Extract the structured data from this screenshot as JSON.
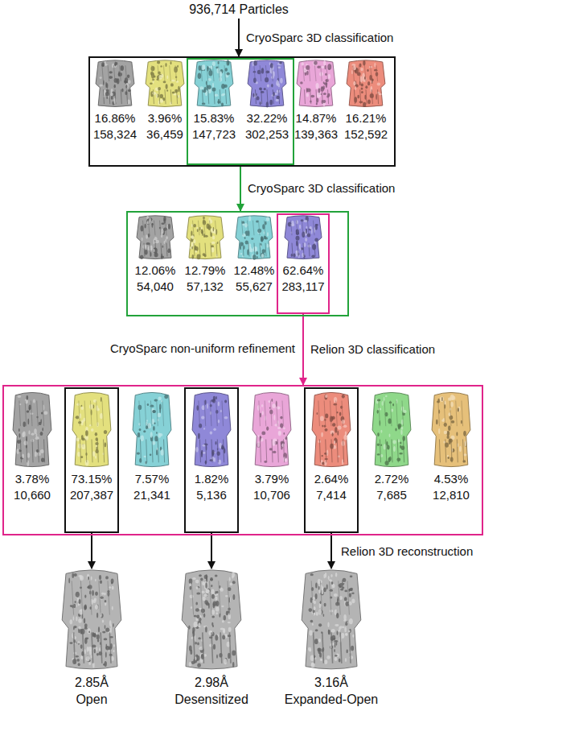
{
  "diagram": {
    "nodes": [
      {
        "text": [
          "936,714 Particles"
        ]
      },
      {
        "text": []
      },
      {
        "text": [
          "16.86%",
          "158,324"
        ],
        "in": 1
      },
      {
        "text": [
          "3.96%",
          "36,459"
        ],
        "in": 1
      },
      {
        "text": [],
        "in": 1
      },
      {
        "text": [
          "15.83%",
          "147,723"
        ],
        "in": 4
      },
      {
        "text": [
          "32.22%",
          "302,253"
        ],
        "in": 4
      },
      {
        "text": [
          "14.87%",
          "139,363"
        ],
        "in": 1
      },
      {
        "text": [
          "16.21%",
          "152,592"
        ],
        "in": 1
      },
      {
        "text": []
      },
      {
        "text": [
          "12.06%",
          "54,040"
        ],
        "in": 9
      },
      {
        "text": [
          "12.79%",
          "57,132"
        ],
        "in": 9
      },
      {
        "text": [
          "12.48%",
          "55,627"
        ],
        "in": 9
      },
      {
        "text": [],
        "in": 9
      },
      {
        "text": [
          "62.64%",
          "283,117"
        ],
        "in": 13
      },
      {
        "text": []
      },
      {
        "text": [
          "3.78%",
          "10,660"
        ],
        "in": 15
      },
      {
        "text": [],
        "in": 15
      },
      {
        "text": [
          "73.15%",
          "207,387"
        ],
        "in": 17
      },
      {
        "text": [
          "7.57%",
          "21,341"
        ],
        "in": 15
      },
      {
        "text": [],
        "in": 15
      },
      {
        "text": [
          "1.82%",
          "5,136"
        ],
        "in": 20
      },
      {
        "text": [
          "3.79%",
          "10,706"
        ],
        "in": 15
      },
      {
        "text": [],
        "in": 15
      },
      {
        "text": [
          "2.64%",
          "7,414"
        ],
        "in": 23
      },
      {
        "text": [
          "2.72%",
          "7,685"
        ],
        "in": 15
      },
      {
        "text": [
          "4.53%",
          "12,810"
        ],
        "in": 15
      },
      {
        "text": [
          "2.85Å",
          "Open"
        ]
      },
      {
        "text": [
          "2.98Å",
          "Desensitized"
        ]
      },
      {
        "text": [
          "3.16Å",
          "Expanded-Open"
        ]
      }
    ],
    "edges": [
      {
        "from": 0,
        "to": 1,
        "arrow": "to",
        "label": "CryoSparc 3D classification"
      },
      {
        "from": 4,
        "to": 9,
        "arrow": "to",
        "label": "CryoSparc 3D classification"
      },
      {
        "from": 13,
        "to": 15,
        "arrow": "to",
        "label": "Relion 3D classification"
      },
      {
        "from": 17,
        "to": 27,
        "arrow": "to"
      },
      {
        "from": 20,
        "to": 28,
        "arrow": "to"
      },
      {
        "from": 23,
        "to": 29,
        "arrow": "to"
      }
    ],
    "labels": [
      "CryoSparc non-uniform refinement",
      "Relion 3D reconstruction"
    ]
  }
}
